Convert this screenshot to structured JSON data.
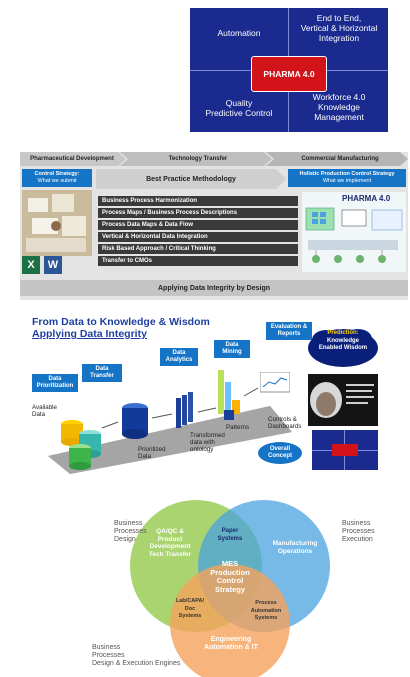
{
  "pharma_quadrant": {
    "top_left": "Automation",
    "top_right": [
      "End to End,",
      "Vertical & Horizontal",
      "Integration"
    ],
    "center": "PHARMA 4.0",
    "bottom_left": [
      "Quality",
      "Predictive Control"
    ],
    "bottom_right": [
      "Workforce 4.0",
      "Knowledge",
      "Management"
    ]
  },
  "methodology": {
    "phases": [
      "Pharmaceutical Development",
      "Technology Transfer",
      "Commercial Manufacturing"
    ],
    "left_box": [
      "Control Strategy:",
      "What we submit"
    ],
    "right_box": [
      "Holistic Production Control Strategy",
      "What we implement"
    ],
    "header": "Best Practice Methodology",
    "rows": [
      "Business Process Harmonization",
      "Process Maps / Business Process Descriptions",
      "Process Data Maps & Data Flow",
      "Vertical & Horizontal Data Integration",
      "Risk Based Approach / Critical Thinking",
      "Transfer to CMOs"
    ],
    "pharma_label": "PHARMA 4.0",
    "footer": "Applying Data Integrity by Design"
  },
  "knowledge": {
    "title": [
      "From Data to Knowledge & Wisdom",
      "Applying Data Integrity"
    ],
    "tags": {
      "prioritization": [
        "Data",
        "Prioritization"
      ],
      "transfer": [
        "Data",
        "Transfer"
      ],
      "analytics": [
        "Data",
        "Analytics"
      ],
      "mining": [
        "Data",
        "Mining"
      ],
      "evaluation": [
        "Evaluation &",
        "Reports"
      ],
      "overall": [
        "Overall",
        "Concept"
      ]
    },
    "prediction": [
      "Prediction:",
      "Knowledge",
      "Enabled Wisdom"
    ],
    "labels": {
      "available": [
        "Available",
        "Data"
      ],
      "prioritized": [
        "Prioritized",
        "Data"
      ],
      "transformed": [
        "Transformed",
        "data with",
        "ontology"
      ],
      "patterns": "Patterns",
      "controls": [
        "Controls &",
        "Dashboards"
      ]
    }
  },
  "venn": {
    "left_top": [
      "Business",
      "Processes",
      "Design"
    ],
    "right_top": [
      "Business",
      "Processes",
      "Execution"
    ],
    "bottom_left": [
      "Business",
      "Processes",
      "Design & Execution Engines"
    ],
    "circle_left": [
      "QA/QC &",
      "Product",
      "Development",
      "Tech Transfer"
    ],
    "circle_right": [
      "Manufacturing",
      "Operations"
    ],
    "circle_bottom": [
      "Engineering",
      "Automation & IT"
    ],
    "paper": [
      "Paper",
      "Systems"
    ],
    "lab": [
      "Lab/CAPA/",
      "Doc",
      "Systems"
    ],
    "process": [
      "Process",
      "Automation",
      "Systems"
    ],
    "center": [
      "MES",
      "Production",
      "Control",
      "Strategy"
    ],
    "colors": {
      "left": "#8cc63f",
      "right": "#4aa3df",
      "bottom": "#f5a25d"
    }
  }
}
